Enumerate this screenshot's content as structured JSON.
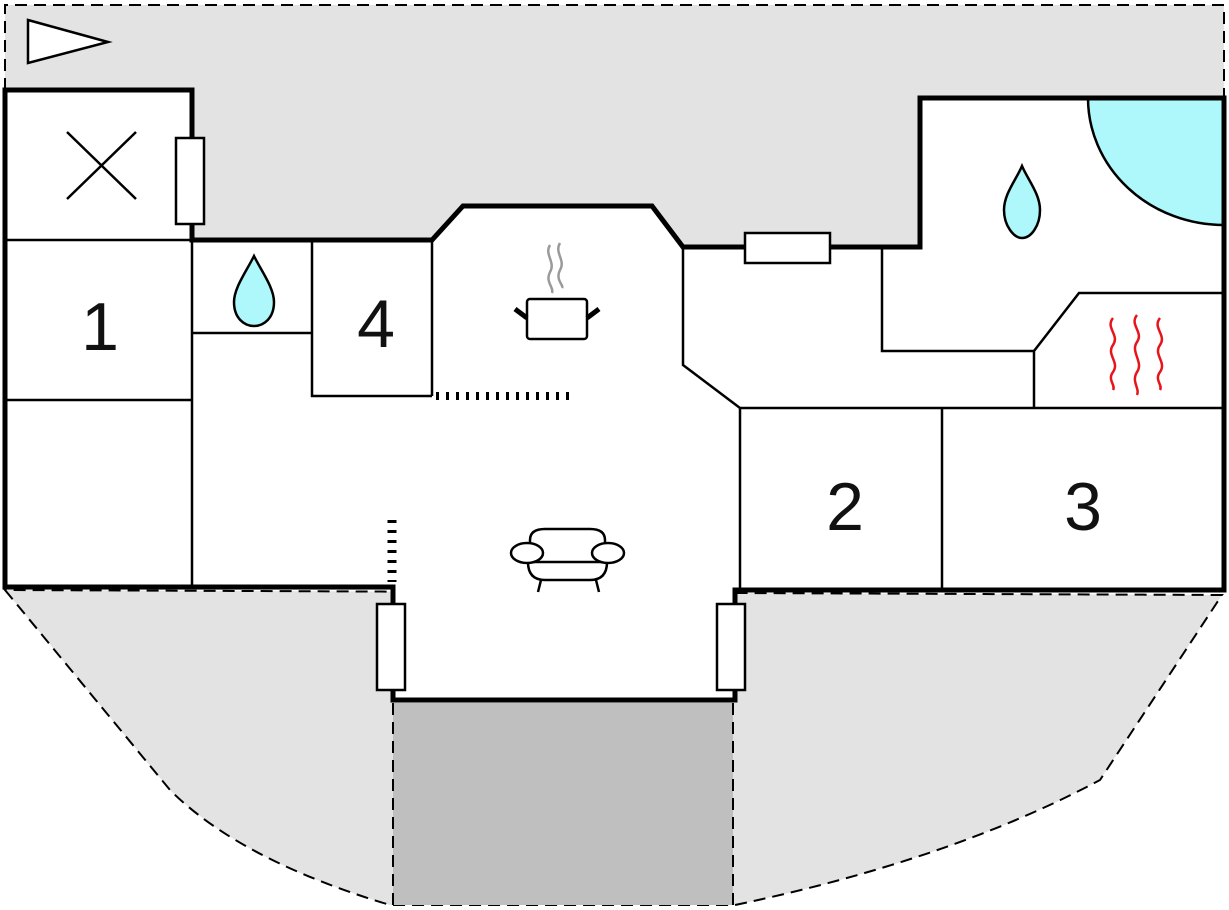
{
  "plan": {
    "rooms": [
      {
        "label": "1",
        "type": "bedroom"
      },
      {
        "label": "2",
        "type": "bedroom"
      },
      {
        "label": "3",
        "type": "bedroom"
      },
      {
        "label": "4",
        "type": "bedroom"
      }
    ],
    "icons": [
      "compass-icon",
      "cross-icon",
      "water-drop-icon",
      "kitchen-pot-icon",
      "sofa-icon",
      "sauna-heat-icon",
      "pool"
    ],
    "colors": {
      "outdoor": "#e3e3e3",
      "driveway": "#bfbfbf",
      "water": "#aef8fb",
      "heat": "#e8141b",
      "steam": "#9a9a9a"
    }
  }
}
